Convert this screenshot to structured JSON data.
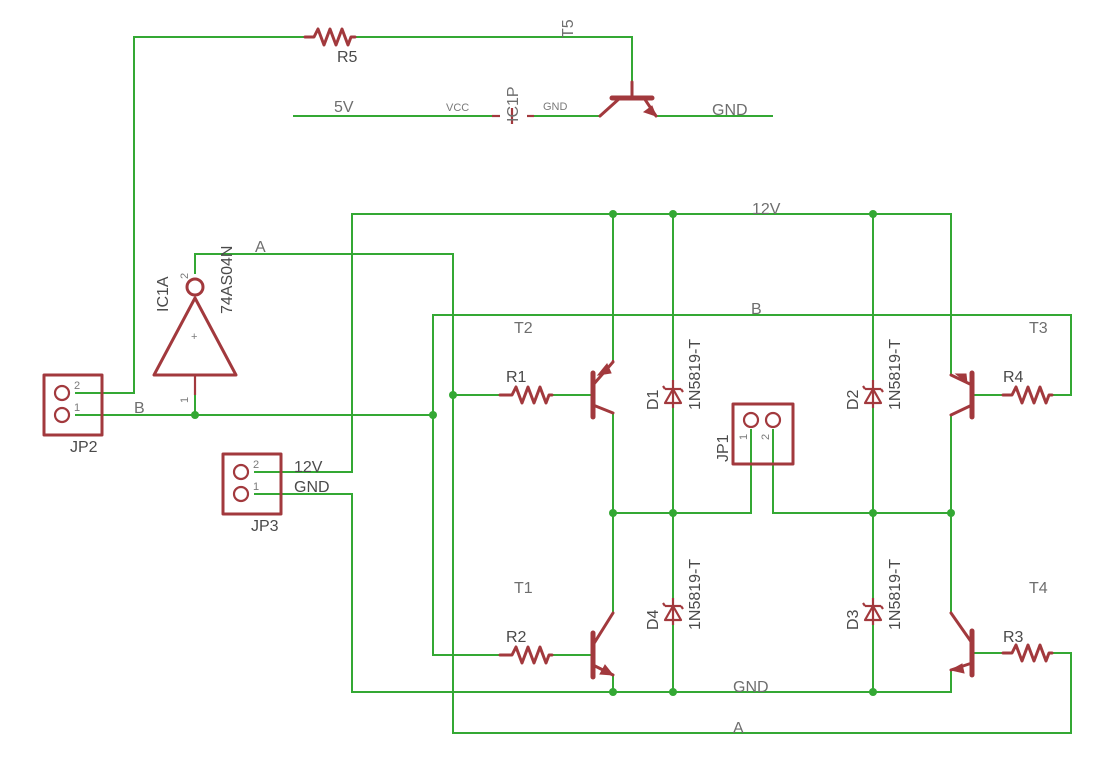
{
  "labels": {
    "R5": "R5",
    "T5": "T5",
    "net_5v": "5V",
    "vcc": "VCC",
    "ic1p": "IC1P",
    "gnd_small": "GND",
    "gnd_top": "GND",
    "net_12v_top": "12V",
    "ic1a": "IC1A",
    "ic_part": "74AS04N",
    "net_a_top": "A",
    "net_b_top": "B",
    "net_b_left": "B",
    "T2": "T2",
    "T3": "T3",
    "T1": "T1",
    "T4": "T4",
    "R1": "R1",
    "R2": "R2",
    "R3": "R3",
    "R4": "R4",
    "D1": "D1",
    "D2": "D2",
    "D3": "D3",
    "D4": "D4",
    "diode_value": "1N5819-T",
    "JP1": "JP1",
    "JP2": "JP2",
    "JP3": "JP3",
    "net_12v_jp3": "12V",
    "net_gnd_jp3": "GND",
    "net_gnd_bottom": "GND",
    "net_a_bottom": "A",
    "pin1": "1",
    "pin2": "2",
    "plus": "+"
  },
  "colors": {
    "wire": "#34a834",
    "part": "#a2393d",
    "label": "#6e6e6e",
    "background": "#ffffff"
  }
}
